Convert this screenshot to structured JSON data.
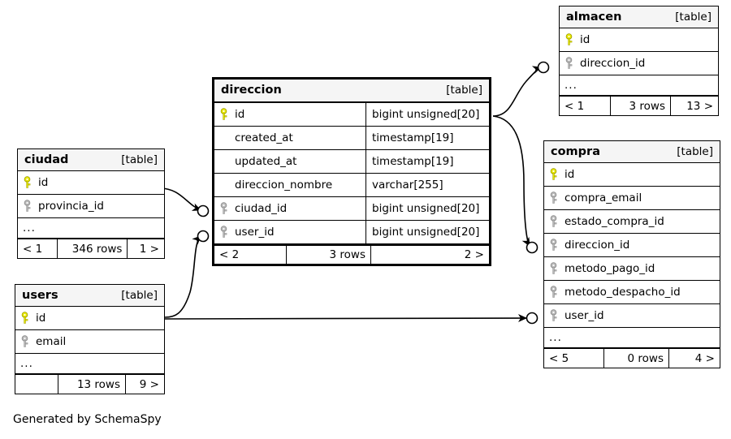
{
  "diagram": {
    "caption": "Generated by SchemaSpy",
    "kind_label": "[table]",
    "ellipsis": "...",
    "colors": {
      "primary_key": "#e8e800",
      "foreign_key": "#b0b0b0",
      "header_background": "#f5f5f5",
      "border": "#000000",
      "page_background": "#ffffff"
    }
  },
  "tables": {
    "direccion": {
      "name": "direccion",
      "kind": "[table]",
      "focus": true,
      "columns": [
        {
          "name": "id",
          "type": "bigint unsigned[20]",
          "key": "primary"
        },
        {
          "name": "created_at",
          "type": "timestamp[19]",
          "key": "none"
        },
        {
          "name": "updated_at",
          "type": "timestamp[19]",
          "key": "none"
        },
        {
          "name": "direccion_nombre",
          "type": "varchar[255]",
          "key": "none"
        },
        {
          "name": "ciudad_id",
          "type": "bigint unsigned[20]",
          "key": "foreign"
        },
        {
          "name": "user_id",
          "type": "bigint unsigned[20]",
          "key": "foreign"
        }
      ],
      "has_ellipsis": false,
      "footer": {
        "left": "< 2",
        "middle": "3 rows",
        "right": "2 >"
      }
    },
    "almacen": {
      "name": "almacen",
      "kind": "[table]",
      "focus": false,
      "columns": [
        {
          "name": "id",
          "key": "primary"
        },
        {
          "name": "direccion_id",
          "key": "foreign"
        }
      ],
      "has_ellipsis": true,
      "footer": {
        "left": "< 1",
        "middle": "3 rows",
        "right": "13 >"
      }
    },
    "compra": {
      "name": "compra",
      "kind": "[table]",
      "focus": false,
      "columns": [
        {
          "name": "id",
          "key": "primary"
        },
        {
          "name": "compra_email",
          "key": "foreign"
        },
        {
          "name": "estado_compra_id",
          "key": "foreign"
        },
        {
          "name": "direccion_id",
          "key": "foreign"
        },
        {
          "name": "metodo_pago_id",
          "key": "foreign"
        },
        {
          "name": "metodo_despacho_id",
          "key": "foreign"
        },
        {
          "name": "user_id",
          "key": "foreign"
        }
      ],
      "has_ellipsis": true,
      "footer": {
        "left": "< 5",
        "middle": "0 rows",
        "right": "4 >"
      }
    },
    "ciudad": {
      "name": "ciudad",
      "kind": "[table]",
      "focus": false,
      "columns": [
        {
          "name": "id",
          "key": "primary"
        },
        {
          "name": "provincia_id",
          "key": "foreign"
        }
      ],
      "has_ellipsis": true,
      "footer": {
        "left": "< 1",
        "middle": "346 rows",
        "right": "1 >"
      }
    },
    "users": {
      "name": "users",
      "kind": "[table]",
      "focus": false,
      "columns": [
        {
          "name": "id",
          "key": "primary"
        },
        {
          "name": "email",
          "key": "foreign"
        }
      ],
      "has_ellipsis": true,
      "footer": {
        "left": "",
        "middle": "13 rows",
        "right": "9 >"
      }
    }
  },
  "relationships": [
    {
      "from": "ciudad.id",
      "to": "direccion.ciudad_id"
    },
    {
      "from": "users.id",
      "to": "direccion.user_id"
    },
    {
      "from": "direccion.id",
      "to": "almacen.direccion_id"
    },
    {
      "from": "direccion.id",
      "to": "compra.direccion_id"
    },
    {
      "from": "users.id",
      "to": "compra.user_id"
    }
  ]
}
